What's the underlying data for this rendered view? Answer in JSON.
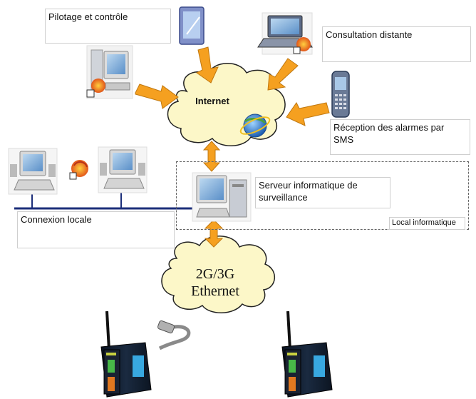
{
  "labels": {
    "pilotage": "Pilotage et contrôle",
    "consultation": "Consultation distante",
    "reception": "Réception des alarmes par SMS",
    "serveur": "Serveur informatique de surveillance",
    "connexion": "Connexion locale",
    "local": "Local informatique"
  },
  "clouds": {
    "internet": "Internet",
    "network_line1": "2G/3G",
    "network_line2": "Ethernet"
  },
  "colors": {
    "arrow": "#f5a020",
    "arrow_stroke": "#c07810",
    "cloud_fill": "#fcf7c8",
    "cloud_stroke": "#222222",
    "lan_line": "#1c2e7a"
  }
}
